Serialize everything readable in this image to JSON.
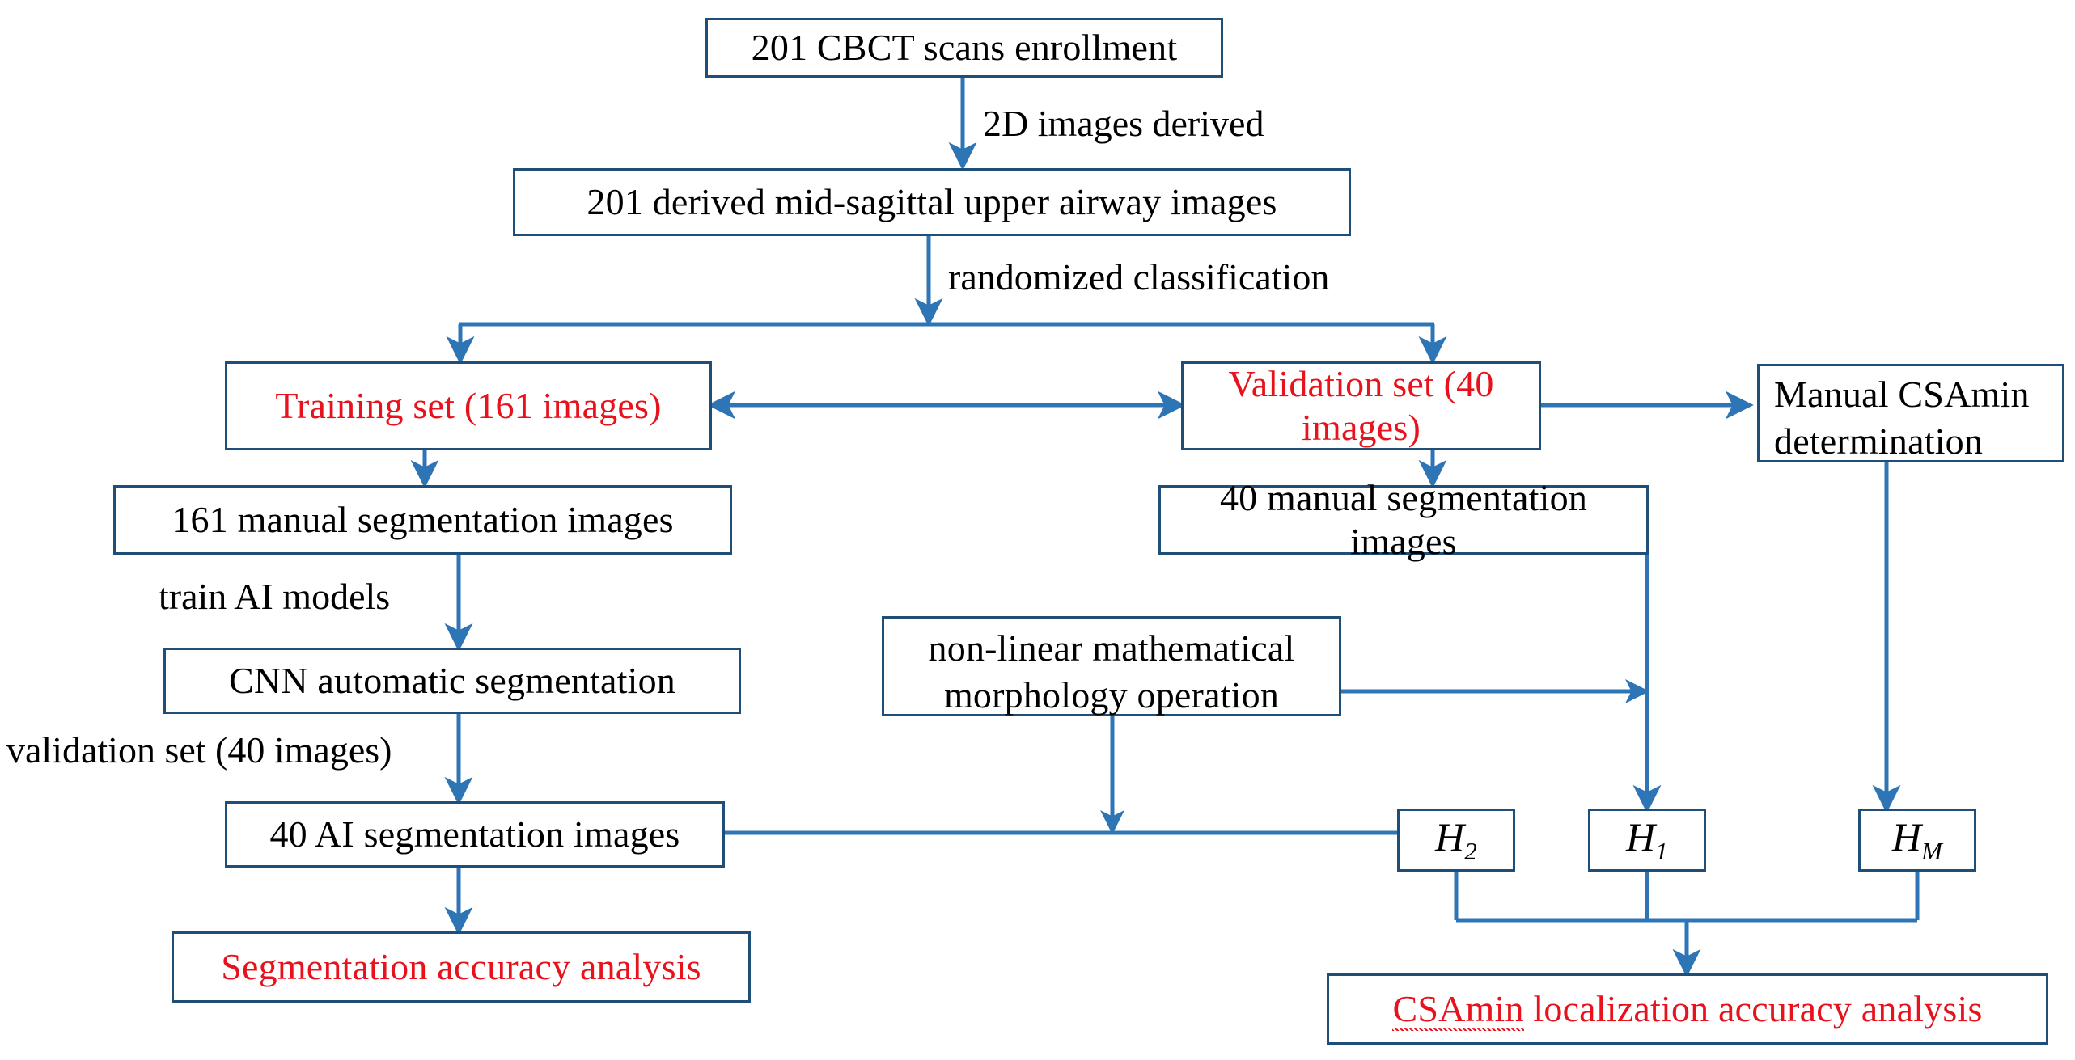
{
  "diagram": {
    "title": "CBCT upper airway AI segmentation study flowchart",
    "colors": {
      "line": "#1F4E79",
      "arrow": "#2E75B6",
      "box_border": "#1F4E79",
      "red_text": "#E8121C",
      "black_text": "#000000",
      "background": "#FFFFFF"
    },
    "nodes": {
      "cbct_enrollment": "201 CBCT scans enrollment",
      "derived_images": "201 derived mid-sagittal upper airway images",
      "training_set": "Training set (161 images)",
      "validation_set": "Validation set (40 images)",
      "manual_csamin_line1": "Manual CSAmin",
      "manual_csamin_line2": "determination",
      "manual_seg_161": "161 manual segmentation images",
      "manual_seg_40": "40 manual segmentation images",
      "cnn_segmentation": "CNN automatic segmentation",
      "morphology_line1": "non-linear mathematical",
      "morphology_line2": "morphology operation",
      "ai_seg_40": "40 AI segmentation images",
      "seg_accuracy": "Segmentation accuracy analysis",
      "h2": "H",
      "h2_sub": "2",
      "h1": "H",
      "h1_sub": "1",
      "hm": "H",
      "hm_sub": "M",
      "csamin_accuracy_prefix": "CSAmin",
      "csamin_accuracy_rest": " localization accuracy analysis"
    },
    "edge_labels": {
      "two_d_derived": "2D images derived",
      "randomized_classification": "randomized classification",
      "train_ai_models": "train AI models",
      "validation_set_40": "validation set (40 images)"
    }
  }
}
